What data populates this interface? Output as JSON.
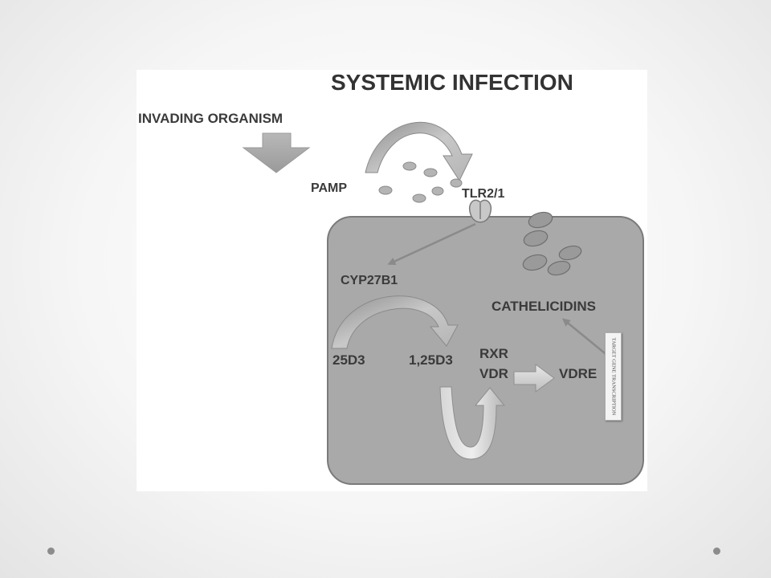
{
  "diagram": {
    "title": "SYSTEMIC INFECTION",
    "labels": {
      "invading_organism": "INVADING ORGANISM",
      "pamp": "PAMP",
      "tlr": "TLR2/1",
      "cyp27b1": "CYP27B1",
      "cathelicidins": "CATHELICIDINS",
      "d25": "25D3",
      "d125": "1,25D3",
      "rxr": "RXR",
      "vdr": "VDR",
      "vdre": "VDRE",
      "target_gene": "TARGET GENE TRANSCRIPTION"
    },
    "colors": {
      "cell_fill": "#a9a9a9",
      "cell_stroke": "#7a7a7a",
      "arrow_fill": "#a5a5a5",
      "text": "#3a3a3a"
    },
    "icons": [
      "down-arrow-icon",
      "curved-arrow-icon",
      "pamp-particle-icon",
      "receptor-icon",
      "bacterium-icon",
      "u-turn-arrow-icon",
      "block-arrow-icon"
    ]
  }
}
